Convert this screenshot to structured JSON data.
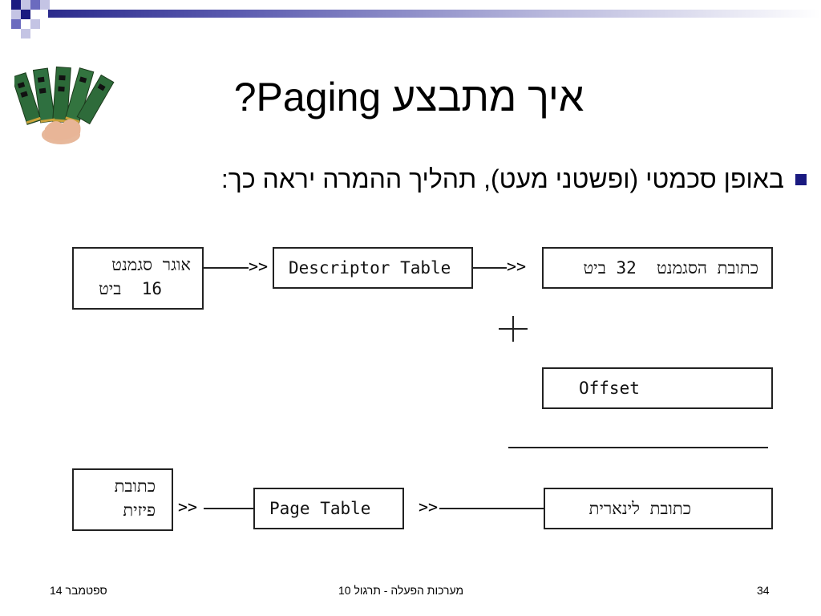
{
  "slide": {
    "title": "איך מתבצע Paging?",
    "bullet": "באופן סכמטי (ופשטני מעט), תהליך ההמרה יראה כך:"
  },
  "diagram": {
    "segment_register": [
      "אוגר סגמנט",
      "16  ביט"
    ],
    "descriptor_table": "Descriptor Table",
    "segment_address": "כתובת הסגמנט  32 ביט",
    "plus": "+",
    "offset": "Offset",
    "linear_address": "כתובת לינארית",
    "page_table": "Page Table",
    "physical_address": [
      "כתובת",
      "פיזית"
    ],
    "arrow_glyph": ">>"
  },
  "footer": {
    "date": "ספטמבר 14",
    "course": "מערכות הפעלה - תרגול 10",
    "page_number": "34"
  },
  "colors": {
    "accent": "#1a1a80"
  },
  "icons": {
    "bullet": "square-bullet-icon",
    "image": "ram-modules-image"
  }
}
